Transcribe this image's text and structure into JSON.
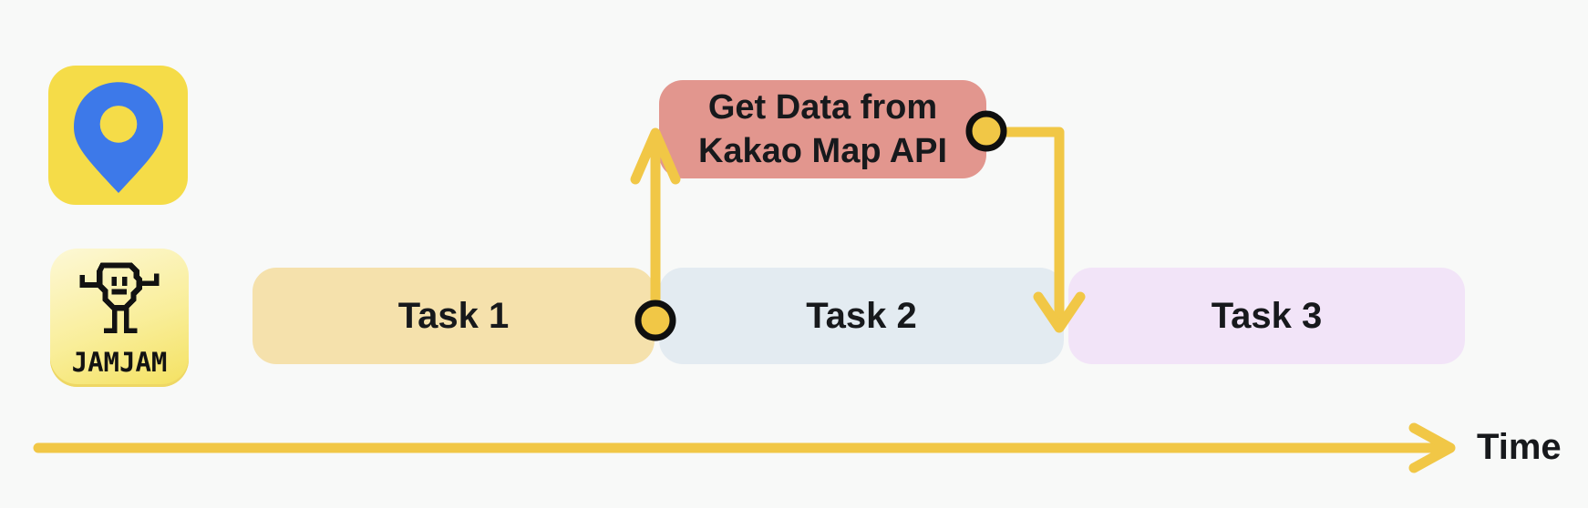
{
  "page": {
    "background": "#f8f9f8"
  },
  "colors": {
    "arrow_yellow": "#f1c746",
    "dot_fill": "#f1c746",
    "dot_border": "#0f0f0f",
    "api_box_bg": "#e2968e",
    "task1_bg": "#f5e1ac",
    "task2_bg": "#e3ebf1",
    "task3_bg": "#f2e4f8",
    "kakao_icon_bg": "#f5dc48",
    "map_pin_blue": "#3d79e9",
    "jamjam_bg_top": "#fdf8d6",
    "jamjam_bg_bottom": "#f4e160",
    "text": "#17191c"
  },
  "icons": {
    "kakao_map": {
      "name": "map-pin-icon"
    },
    "jamjam": {
      "name": "jamjam-mascot-icon",
      "label": "JAMJAM"
    }
  },
  "api_box": {
    "line1": "Get Data from",
    "line2": "Kakao Map API"
  },
  "timeline": {
    "tasks": [
      {
        "label": "Task 1"
      },
      {
        "label": "Task 2"
      },
      {
        "label": "Task 3"
      }
    ],
    "axis_label": "Time"
  }
}
